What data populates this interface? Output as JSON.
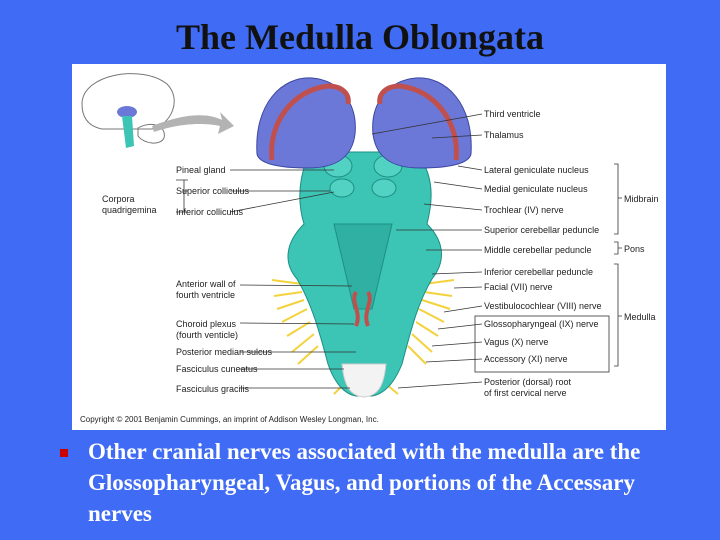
{
  "slide": {
    "title": "The Medulla Oblongata",
    "bullet_text": "Other cranial nerves associated with the medulla are the Glossopharyngeal, Vagus, and portions of the Accessary nerves"
  },
  "figure": {
    "left_labels": {
      "pineal_gland": "Pineal gland",
      "corpora_1": "Corpora",
      "corpora_2": "quadrigemina",
      "superior_colliculus": "Superior colliculus",
      "inferior_colliculus": "Inferior colliculus",
      "anterior_wall_1": "Anterior wall of",
      "anterior_wall_2": "fourth ventricle",
      "choroid_1": "Choroid plexus",
      "choroid_2": "(fourth venticle)",
      "posterior_median_sulcus": "Posterior median sulcus",
      "fasciculus_cuneatus": "Fasciculus cuneatus",
      "fasciculus_gracilis": "Fasciculus gracilis"
    },
    "right_labels": {
      "third_ventricle": "Third ventricle",
      "thalamus": "Thalamus",
      "lateral_geniculate": "Lateral geniculate nucleus",
      "medial_geniculate": "Medial geniculate nucleus",
      "trochlear": "Trochlear (IV) nerve",
      "superior_cerebellar": "Superior cerebellar peduncle",
      "middle_cerebellar": "Middle cerebellar peduncle",
      "inferior_cerebellar": "Inferior cerebellar peduncle",
      "facial": "Facial (VII) nerve",
      "vestibulocochlear": "Vestibulocochlear (VIII) nerve",
      "glossopharyngeal": "Glossopharyngeal (IX) nerve",
      "vagus": "Vagus (X) nerve",
      "accessory": "Accessory (XI) nerve",
      "posterior_root_1": "Posterior (dorsal) root",
      "posterior_root_2": "of first cervical nerve"
    },
    "region_labels": {
      "midbrain": "Midbrain",
      "pons": "Pons",
      "medulla": "Medulla"
    },
    "copyright": "Copyright © 2001 Benjamin Cummings, an imprint of Addison Wesley Longman, Inc."
  },
  "colors": {
    "background": "#3f6bf5",
    "bullet": "#cc0000",
    "brainstem": "#3cc4b4",
    "thalamus": "#6b78d8",
    "choroid": "#c0504d",
    "nerve": "#f4d23c"
  }
}
